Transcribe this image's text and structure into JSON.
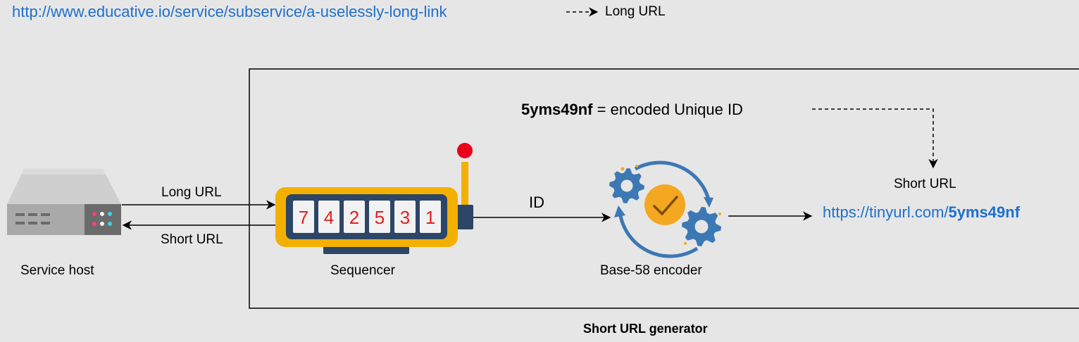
{
  "top": {
    "long_link": "http://www.educative.io/service/subservice/a-uselessly-long-link",
    "long_link_label": "Long URL"
  },
  "service_host": {
    "label": "Service host"
  },
  "arrows": {
    "request_label": "Long URL",
    "response_label": "Short URL",
    "id_label": "ID"
  },
  "sequencer": {
    "label": "Sequencer",
    "digits": [
      "7",
      "4",
      "2",
      "5",
      "3",
      "1"
    ]
  },
  "encoder": {
    "label": "Base-58 encoder"
  },
  "encoded_note": {
    "code": "5yms49nf",
    "text": " = encoded Unique ID"
  },
  "result": {
    "label": "Short URL",
    "url_prefix": "https://tinyurl.com/",
    "url_code": "5yms49nf"
  },
  "generator": {
    "label": "Short URL generator"
  },
  "colors": {
    "background": "#e6e6e6",
    "link": "#1f6fcc",
    "sequencer_body": "#f4b000",
    "sequencer_panel": "#2d4566",
    "digit": "#e02020",
    "gear": "#3c78b4",
    "check_circle": "#f4a720",
    "knob": "#e8001c"
  }
}
